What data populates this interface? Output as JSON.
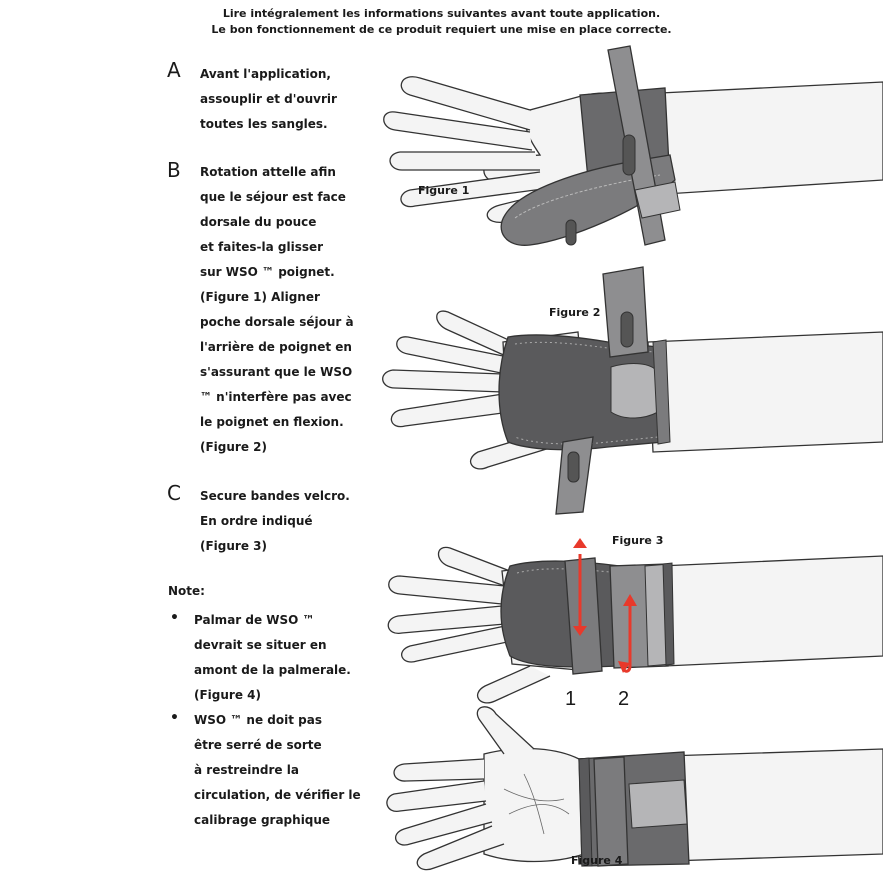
{
  "header": {
    "line1": "Lire intégralement les informations suivantes avant toute application.",
    "line2": "Le bon fonctionnement de ce produit requiert une mise en place correcte."
  },
  "steps": [
    {
      "letter": "A",
      "lines": [
        "Avant l'application,",
        "assouplir et d'ouvrir",
        "toutes les sangles."
      ]
    },
    {
      "letter": "B",
      "lines": [
        "Rotation attelle afin",
        "que le séjour est face",
        "dorsale du pouce",
        "et faites-la glisser",
        "sur WSO ™ poignet.",
        "(Figure 1) Aligner",
        "poche dorsale séjour à",
        "l'arrière de poignet en",
        "s'assurant que le WSO",
        "™ n'interfère pas avec",
        "le poignet en flexion.",
        "(Figure 2)"
      ]
    },
    {
      "letter": "C",
      "lines": [
        "Secure bandes velcro.",
        "En ordre indiqué",
        "(Figure 3)"
      ]
    }
  ],
  "note": {
    "label": "Note:",
    "bullets": [
      {
        "lines": [
          "Palmar de WSO ™",
          "devrait se situer en",
          "amont de la palmerale.",
          "(Figure 4)"
        ]
      },
      {
        "lines": [
          "WSO ™ ne doit pas",
          "être serré de sorte",
          "à restreindre la",
          "circulation, de vérifier le",
          "calibrage graphique"
        ]
      }
    ]
  },
  "figures": {
    "fig1": "Figure 1",
    "fig2": "Figure 2",
    "fig3": "Figure 3",
    "fig4": "Figure 4",
    "num1": "1",
    "num2": "2"
  },
  "colors": {
    "brace_dark": "#5a5a5c",
    "brace_mid": "#7b7b7d",
    "brace_light": "#b5b5b7",
    "skin": "#f4f4f4",
    "arrow_red": "#e8392b"
  }
}
